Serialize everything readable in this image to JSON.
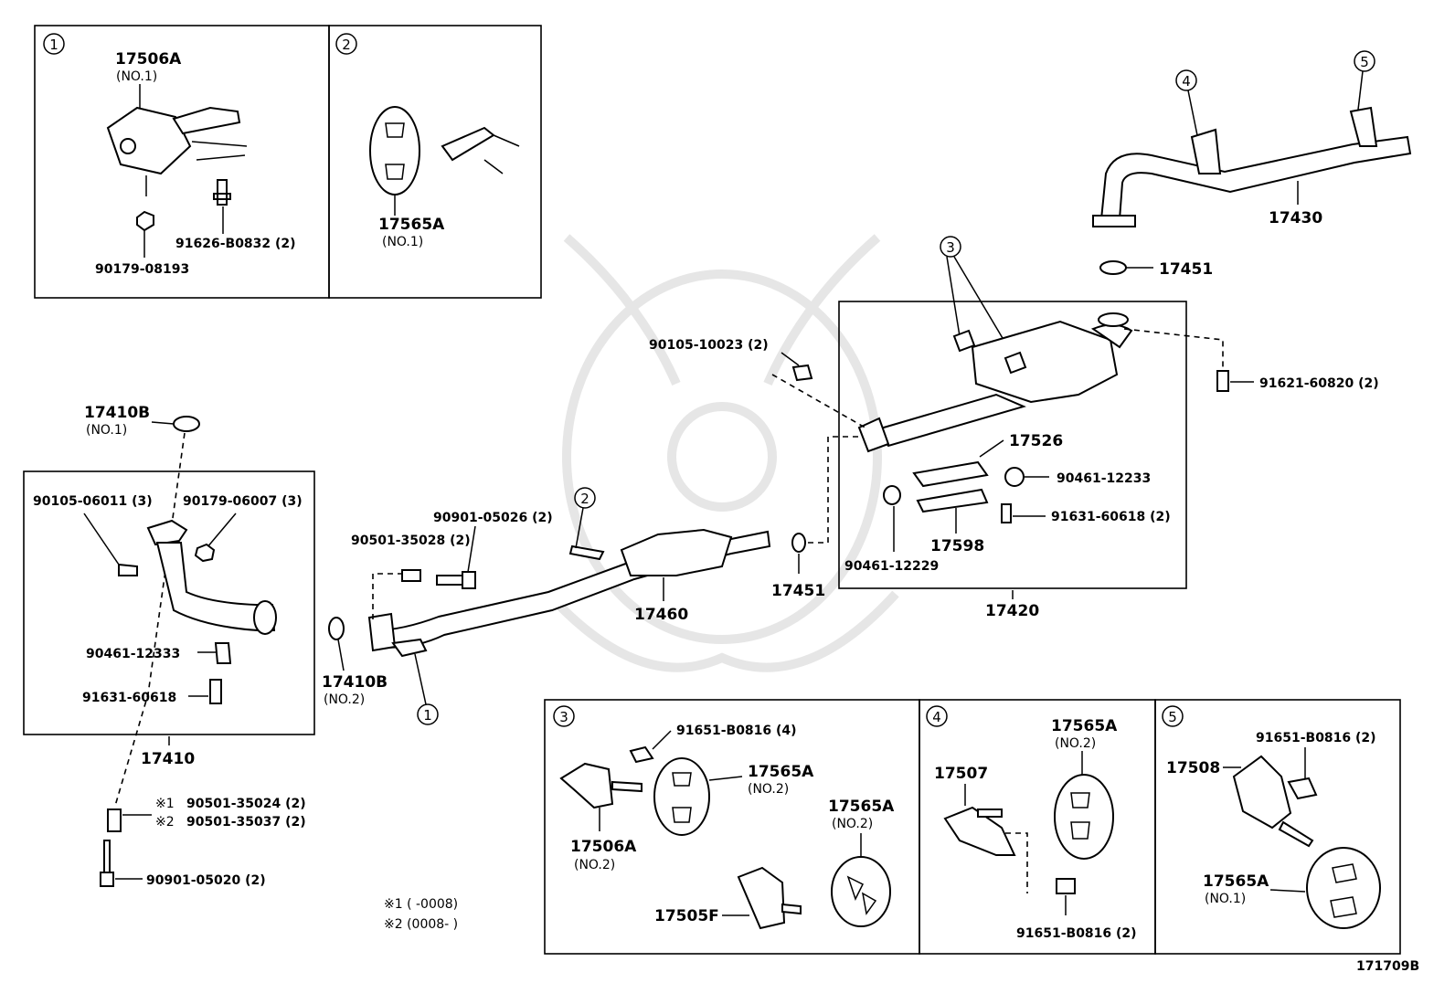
{
  "diagram_id": "171709B",
  "callouts": {
    "panel_1": {
      "number": "1",
      "part_name": "17506A",
      "part_sub": "(NO.1)",
      "nut": "90179-08193",
      "bolt": "91626-B0832 (2)"
    },
    "panel_2": {
      "number": "2",
      "part_name": "17565A",
      "part_sub": "(NO.1)"
    },
    "panel_3": {
      "number": "3",
      "bolt": "91651-B0816 (4)",
      "hanger_a": "17565A",
      "hanger_a_sub": "(NO.2)",
      "bracket": "17506A",
      "bracket_sub": "(NO.2)",
      "hanger_b": "17565A",
      "hanger_b_sub": "(NO.2)",
      "bracket_b": "17505F"
    },
    "panel_4": {
      "number": "4",
      "bracket": "17507",
      "hanger": "17565A",
      "hanger_sub": "(NO.2)",
      "bolt": "91651-B0816 (2)"
    },
    "panel_5": {
      "number": "5",
      "bolt": "91651-B0816 (2)",
      "bracket": "17508",
      "hanger": "17565A",
      "hanger_sub": "(NO.1)"
    }
  },
  "front_pipe": {
    "assembly": "17410",
    "gasket_top": "17410B",
    "gasket_top_sub": "(NO.1)",
    "bolt_left": "90105-06011 (3)",
    "nut_right": "90179-06007 (3)",
    "clamp": "90461-12333",
    "clamp_bolt": "91631-60618",
    "gasket_bottom": "17410B",
    "gasket_bottom_sub": "(NO.2)",
    "spring_1": "90501-35024 (2)",
    "spring_1_mark": "※1",
    "spring_2": "90501-35037 (2)",
    "spring_2_mark": "※2",
    "stud": "90901-05020 (2)"
  },
  "center_pipe": {
    "bolt": "90901-05026 (2)",
    "spring": "90501-35028 (2)",
    "pipe": "17460",
    "gasket": "17451",
    "ref_1": "1",
    "ref_2": "2"
  },
  "muffler": {
    "assembly": "17420",
    "bolt_top": "90105-10023 (2)",
    "heat_insulator": "17526",
    "clamp_1": "90461-12233",
    "clamp_2": "90461-12229",
    "insulator_2": "17598",
    "bolt_small": "91631-60618 (2)",
    "bolt_right": "91621-60820 (2)",
    "ref_3": "3"
  },
  "tail_pipe": {
    "pipe": "17430",
    "gasket": "17451",
    "ref_4": "4",
    "ref_5": "5"
  },
  "notes": {
    "note_1": "※1 (        -0008)",
    "note_2": "※2 (0008-        )"
  }
}
